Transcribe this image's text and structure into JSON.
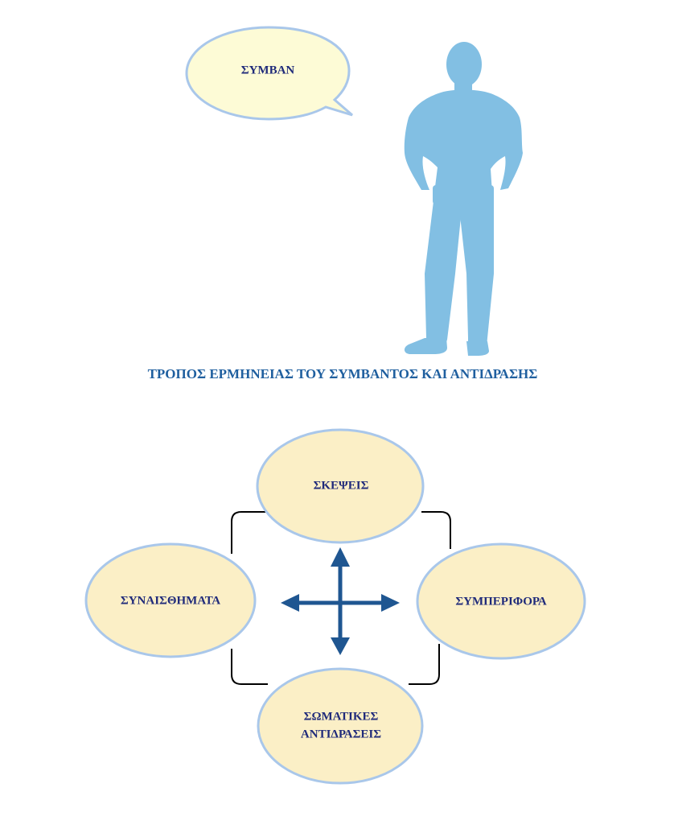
{
  "speech_bubble": {
    "text": "ΣΥΜΒΑΝ"
  },
  "heading": {
    "text": "ΤΡΟΠΟΣ ΕΡΜΗΝΕΙΑΣ ΤΟΥ ΣΥΜΒΑΝΤΟΣ ΚΑΙ ΑΝΤΙΔΡΑΣΗΣ"
  },
  "cycle": {
    "top": "ΣΚΕΨΕΙΣ",
    "left": "ΣΥΝΑΙΣΘΗΜΑΤΑ",
    "right": "ΣΥΜΠΕΡΙΦΟΡΑ",
    "bottom_line1": "ΣΩΜΑΤΙΚΕΣ",
    "bottom_line2": "ΑΝΤΙΔΡΑΣΕΙΣ"
  },
  "colors": {
    "bubble_fill": "#fdfbd6",
    "bubble_stroke": "#a9c7ea",
    "silhouette": "#82bfe3",
    "node_fill": "#fbefc6",
    "node_stroke": "#a9c7ea",
    "arrow": "#1f5691",
    "connector": "#000000"
  },
  "icons": {
    "person": "person-silhouette-icon",
    "cross_arrows": "four-way-arrow-icon"
  }
}
